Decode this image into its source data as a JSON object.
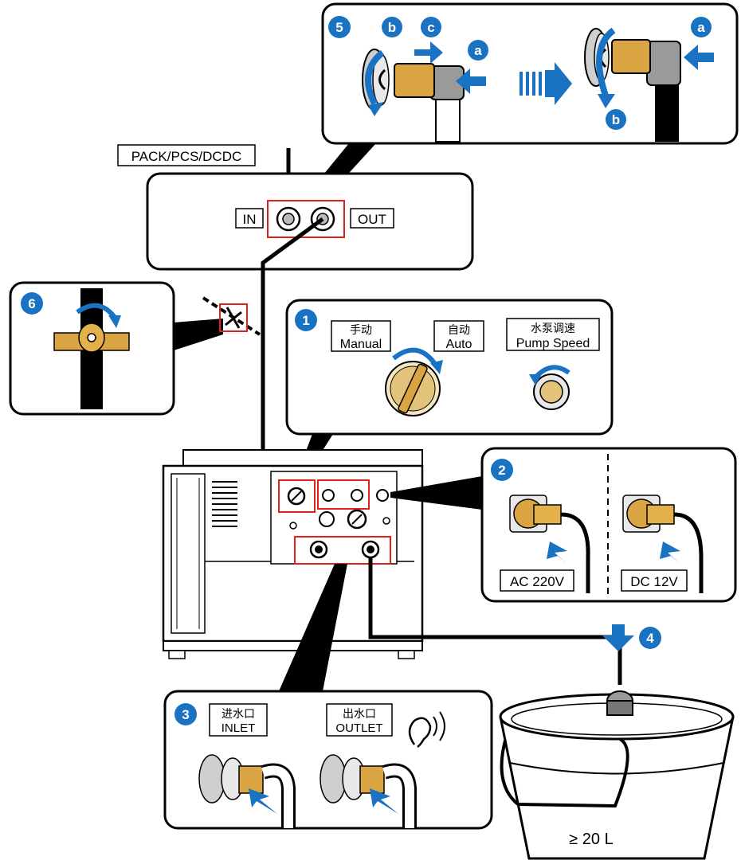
{
  "colors": {
    "line": "#000000",
    "highlight": "#e0201b",
    "accent": "#1a73c2",
    "brass": "#d9a441",
    "gold": "#e3b04b",
    "steel": "#9a9a9a",
    "panel_bg": "#ffffff"
  },
  "top_labels": {
    "source": "PACK/PCS/DCDC",
    "in": "IN",
    "out": "OUT"
  },
  "step1": {
    "badge": "1",
    "manual_cn": "手动",
    "manual_en": "Manual",
    "auto_cn": "自动",
    "auto_en": "Auto",
    "speed_cn": "水泵调速",
    "speed_en": "Pump Speed"
  },
  "step2": {
    "badge": "2",
    "ac_label": "AC 220V",
    "dc_label": "DC 12V"
  },
  "step3": {
    "badge": "3",
    "inlet_cn": "进水口",
    "inlet_en": "INLET",
    "outlet_cn": "出水口",
    "outlet_en": "OUTLET",
    "icon": "ear-sound-icon"
  },
  "step4": {
    "badge": "4",
    "bucket_label": "≥ 20 L"
  },
  "step5": {
    "badge": "5",
    "sub_a": "a",
    "sub_b": "b",
    "sub_c": "c"
  },
  "step6": {
    "badge": "6"
  }
}
